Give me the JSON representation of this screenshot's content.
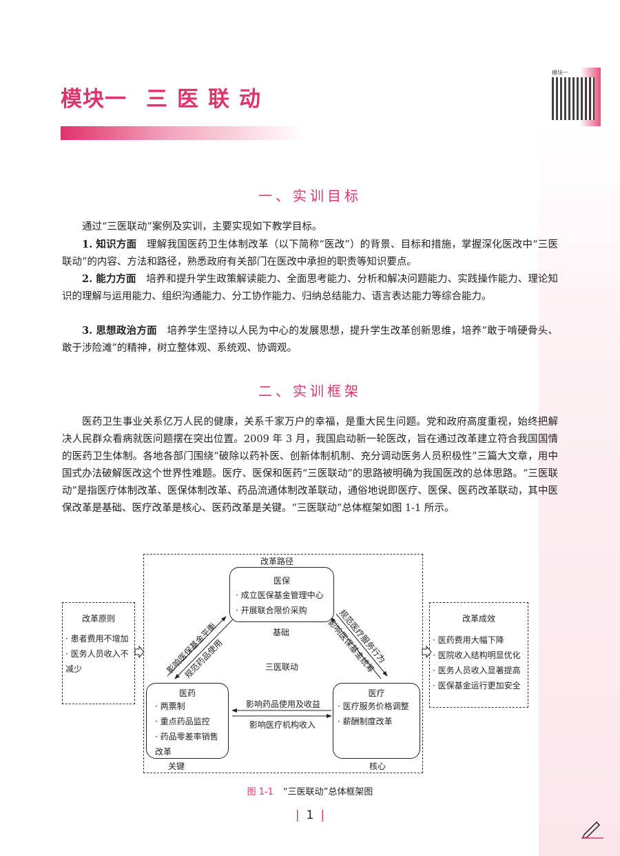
{
  "header": {
    "title_prefix": "模块一",
    "title_main": "三医联动",
    "qr_label": "模块一"
  },
  "sections": [
    {
      "heading": "一、实训目标"
    },
    {
      "heading": "二、实训框架"
    }
  ],
  "goals": {
    "intro": "通过“三医联动”案例及实训，主要实现如下教学目标。",
    "items": [
      {
        "label": "1. 知识方面",
        "text": "理解我国医药卫生体制改革（以下简称“医改”）的背景、目标和措施，掌握深化医改中“三医联动”的内容、方法和路径，熟悉政府有关部门在医改中承担的职责等知识要点。"
      },
      {
        "label": "2. 能力方面",
        "text": "培养和提升学生政策解读能力、全面思考能力、分析和解决问题能力、实践操作能力、理论知识的理解与运用能力、组织沟通能力、分工协作能力、归纳总结能力、语言表达能力等综合能力。"
      },
      {
        "label": "3. 思想政治方面",
        "text": "培养学生坚持以人民为中心的发展思想，提升学生改革创新思维，培养“敢于啃硬骨头、敢于涉险滩”的精神，树立整体观、系统观、协调观。"
      }
    ]
  },
  "framework": {
    "text": "医药卫生事业关系亿万人民的健康，关系千家万户的幸福，是重大民生问题。党和政府高度重视，始终把解决人民群众看病就医问题摆在突出位置。2009 年 3 月，我国启动新一轮医改，旨在通过改革建立符合我国国情的医药卫生体制。各地各部门围绕“破除以药补医、创新体制机制、充分调动医务人员积极性”三篇大文章，用中国式办法破解医改这个世界性难题。医疗、医保和医药“三医联动”的思路被明确为我国医改的总体思路。“三医联动”是指医疗体制改革、医保体制改革、药品流通体制改革联动，通俗地说即医疗、医保、医药改革联动，其中医保改革是基础、医疗改革是核心、医药改革是关键。“三医联动”总体框架如图 1-1 所示。"
  },
  "diagram": {
    "principles": {
      "title": "改革原则",
      "items": [
        "· 患者费用不增加",
        "· 医务人员收入不减少"
      ]
    },
    "results": {
      "title": "改革成效",
      "items": [
        "· 医药费用大幅下降",
        "· 医院收入结构明显优化",
        "· 医务人员收入显著提高",
        "· 医保基金运行更加安全"
      ]
    },
    "path_label": "改革路径",
    "center": "三医联动",
    "yibao": {
      "title": "医保",
      "items": [
        "· 成立医保基金管理中心",
        "· 开展联合限价采购"
      ],
      "role": "基础"
    },
    "yiyao": {
      "title": "医药",
      "items": [
        "· 两票制",
        "· 重点药品监控",
        "· 药品零差率销售改革"
      ],
      "role": "关键"
    },
    "yiliao": {
      "title": "医疗",
      "items": [
        "· 医疗服务价格调整",
        "· 薪酬制度改革"
      ],
      "role": "核心"
    },
    "arrows": {
      "yiyao_to_yibao": "影响医保基金平衡",
      "yibao_to_yiyao": "规范药品使用",
      "yibao_to_yiliao": "规范医疗服务行为",
      "yiliao_to_yibao": "影响医保基金统筹",
      "yiliao_to_yiyao": "影响药品使用及收益",
      "yiyao_to_yiliao": "影响医疗机构收入"
    }
  },
  "caption": {
    "number": "图 1-1",
    "text": "“三医联动”总体框架图"
  },
  "page_number": "1",
  "colors": {
    "accent": "#e0336b"
  }
}
